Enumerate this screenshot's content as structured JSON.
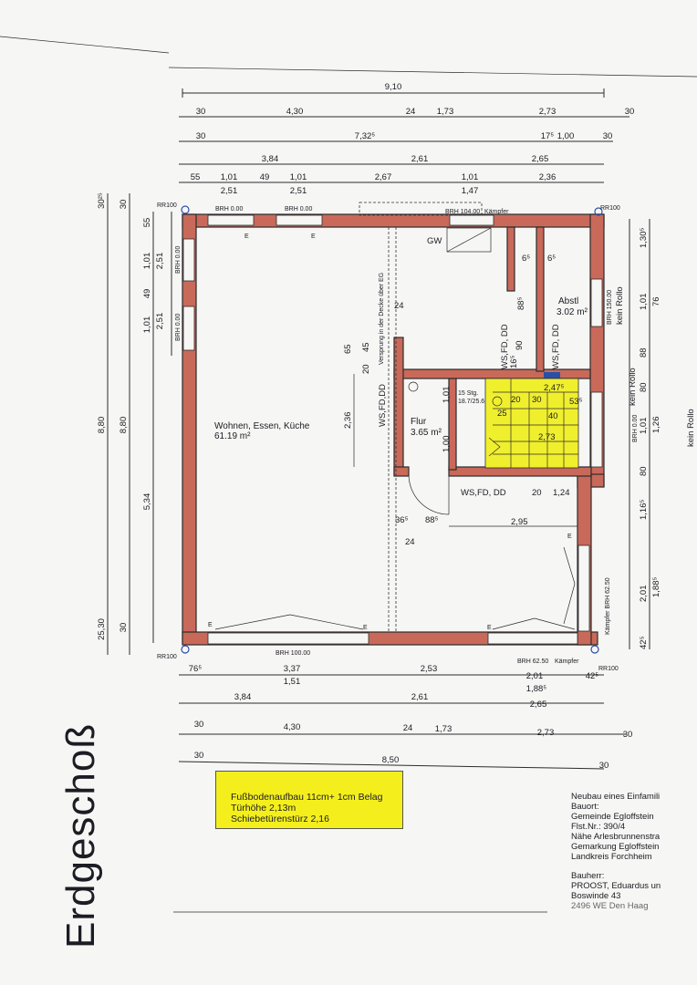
{
  "title": "Erdgeschoß",
  "rooms": {
    "living": {
      "name": "Wohnen, Essen, Küche",
      "area": "61.19 m²"
    },
    "hall": {
      "name": "Flur",
      "area": "3.65 m²"
    },
    "storage": {
      "name": "Abstl",
      "area": "3.02 m²"
    }
  },
  "stairs": {
    "label": "15 Stg.",
    "ratio": "18.7/25.6"
  },
  "labels": {
    "gw": "GW",
    "wsfd": "WS,FD, DD",
    "wsfd2": "WS,FD,DD",
    "rr": "RR100",
    "kaempfer": "Kämpfer",
    "kein_rollo": "kein Rollo",
    "brh_000": "BRH 0.00",
    "brh_10400": "BRH 104.00",
    "brh_10000": "BRH 100.00",
    "brh_6250": "BRH 62.50",
    "brh_15000": "BRH 150.00",
    "brh_6250_kaempfer": "Kämpfer BRH 62.50",
    "versprung": "Versprung in der Decke über EG",
    "e": "E"
  },
  "top_dims": {
    "r1": [
      "9,10"
    ],
    "r2": [
      "30",
      "4,30",
      "24",
      "1,73",
      "2,73",
      "30"
    ],
    "r3": [
      "30",
      "7,32⁵",
      "17⁵",
      "1,00",
      "30"
    ],
    "r4": [
      "3,84",
      "2,61",
      "2,65"
    ],
    "r5": [
      "55",
      "1,01",
      "49",
      "1,01",
      "2,67",
      "1,01",
      "2,36"
    ],
    "r5b": [
      "2,51",
      "2,51",
      "1,47"
    ]
  },
  "bottom_dims": {
    "r1": [
      "76⁵",
      "3,37",
      "2,53",
      "2,01",
      "42⁵"
    ],
    "r1b": [
      "1,51",
      "1,88⁵"
    ],
    "r2": [
      "3,84",
      "2,61",
      "2,65"
    ],
    "r3": [
      "30",
      "4,30",
      "24",
      "1,73",
      "2,73",
      "30"
    ],
    "r4": [
      "30",
      "8,50",
      "30"
    ]
  },
  "left_dims": {
    "outer": [
      "30²⁵",
      "8,80",
      "25,30"
    ],
    "second": [
      "30",
      "8,80",
      "30"
    ],
    "third": [
      "55",
      "2,51",
      "2,51",
      "5,34"
    ],
    "fourth": [
      "1,01",
      "49",
      "1,01"
    ]
  },
  "right_dims": [
    "1,30⁵",
    "76",
    "1,01",
    "88",
    "80",
    "1,26",
    "1,01",
    "80",
    "1,16⁵",
    "1,88⁵",
    "2,01",
    "42⁵"
  ],
  "interior_dims": [
    "65",
    "45",
    "20",
    "24",
    "2,36",
    "1,01",
    "1,00",
    "36⁵",
    "88⁵",
    "24",
    "2,95",
    "20",
    "1,24",
    "2,47⁵",
    "20",
    "30",
    "53⁵",
    "25",
    "40",
    "2,73",
    "6⁵",
    "6⁵",
    "88⁵",
    "90",
    "16⁵"
  ],
  "info_box": [
    "Fußbodenaufbau 11cm+ 1cm Belag",
    "Türhöhe 2,13m",
    "Schiebetürenstürz 2,16"
  ],
  "project": [
    "Neubau eines Einfamili",
    "Bauort:",
    "Gemeinde Egloffstein",
    "Flst.Nr.: 390/4",
    "Nähe Arlesbrunnenstra",
    "Gemarkung Egloffstein",
    "Landkreis Forchheim"
  ],
  "client": [
    "Bauherr:",
    "PROOST, Eduardus un",
    "Boswinde 43",
    "2496 WE Den Haag"
  ],
  "colors": {
    "wall": "#c9695a",
    "stairs": "#f0ef2e",
    "info_box": "#f4ef1c",
    "window_blue": "#2a4fa8"
  }
}
